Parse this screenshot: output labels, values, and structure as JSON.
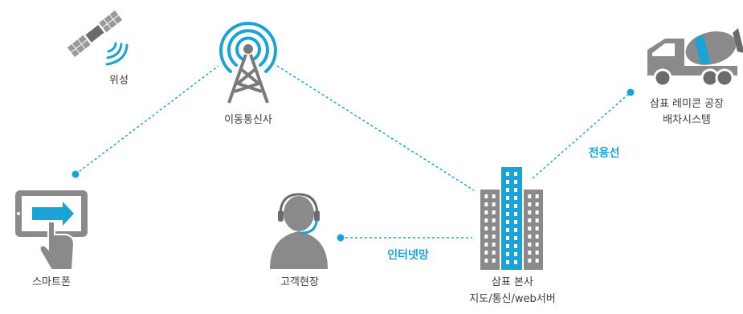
{
  "labels": {
    "satellite": "위성",
    "telecom": "이동통신사",
    "smartphone": "스마트폰",
    "customer": "고객현장",
    "hq_line1": "삼표 본사",
    "hq_line2": "지도/통신/web서버",
    "plant_line1": "삼표 레미콘 공장",
    "plant_line2": "배차시스템"
  },
  "links": {
    "internet": "인터넷망",
    "leased": "전용선"
  },
  "colors": {
    "accent": "#1aa3d6",
    "icon_gray": "#8a8a8a",
    "dark_gray": "#6b6b6b",
    "text": "#3c3c3c"
  },
  "icons": [
    "satellite-icon",
    "cell-tower-icon",
    "smartphone-icon",
    "headset-person-icon",
    "office-building-icon",
    "mixer-truck-icon"
  ]
}
